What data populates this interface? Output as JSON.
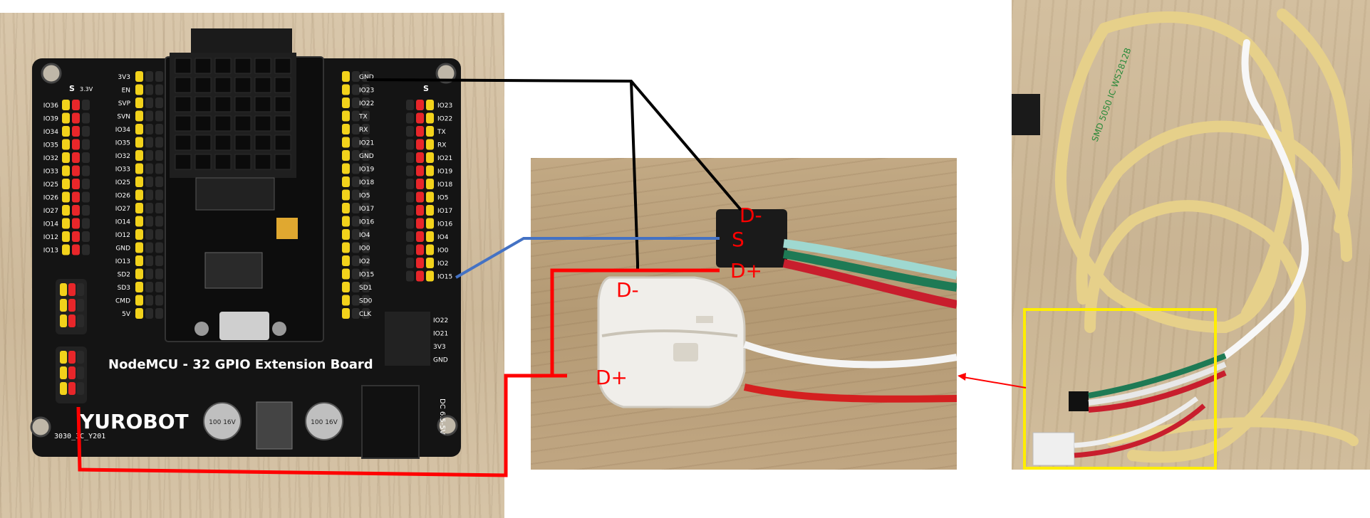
{
  "board": {
    "title": "NodeMCU - 32 GPIO Extension Board",
    "brand": "YUROBOT",
    "code": "3030_3C_Y201",
    "left_pins": [
      "3V3",
      "EN",
      "SVP",
      "SVN",
      "IO34",
      "IO35",
      "IO32",
      "IO33",
      "IO25",
      "IO26",
      "IO27",
      "IO14",
      "IO12",
      "GND",
      "IO13",
      "SD2",
      "SD3",
      "CMD",
      "5V"
    ],
    "right_pins": [
      "GND",
      "IO23",
      "IO22",
      "TX",
      "RX",
      "IO21",
      "GND",
      "IO19",
      "IO18",
      "IO5",
      "IO17",
      "IO16",
      "IO4",
      "IO0",
      "IO2",
      "IO15",
      "SD1",
      "SD0",
      "CLK"
    ],
    "edge_left_pins": [
      "IO36",
      "IO39",
      "IO34",
      "IO35",
      "IO32",
      "IO33",
      "IO25",
      "IO26",
      "IO27",
      "IO14",
      "IO12",
      "IO13"
    ],
    "edge_right_pins": [
      "IO23",
      "IO22",
      "TX",
      "RX",
      "IO21",
      "IO19",
      "IO18",
      "IO5",
      "IO17",
      "IO16",
      "IO4",
      "IO0",
      "IO2",
      "IO15"
    ],
    "bottom_right_pins": [
      "IO22",
      "IO21",
      "3V3",
      "GND"
    ],
    "header_label": "S",
    "rail_label": "3.3V",
    "jack_label": "DC 6.5-5V",
    "cap1": "100 16V",
    "cap2": "100 16V"
  },
  "labels": {
    "conn_dminus": "D-",
    "conn_s": "S",
    "conn_dplus": "D+",
    "clip_dminus": "D-",
    "clip_dplus": "D+"
  },
  "colors": {
    "gnd_wire": "#000000",
    "signal_wire": "#4472c4",
    "power_wire": "#ff0000",
    "label_red": "#ff0000",
    "highlight_box": "#ffee00",
    "pin_yellow": "#f2d21b",
    "pin_red": "#e8262a",
    "board_black": "#141414"
  },
  "strip": {
    "marking": "SMD 5050 IC WS2812B"
  }
}
